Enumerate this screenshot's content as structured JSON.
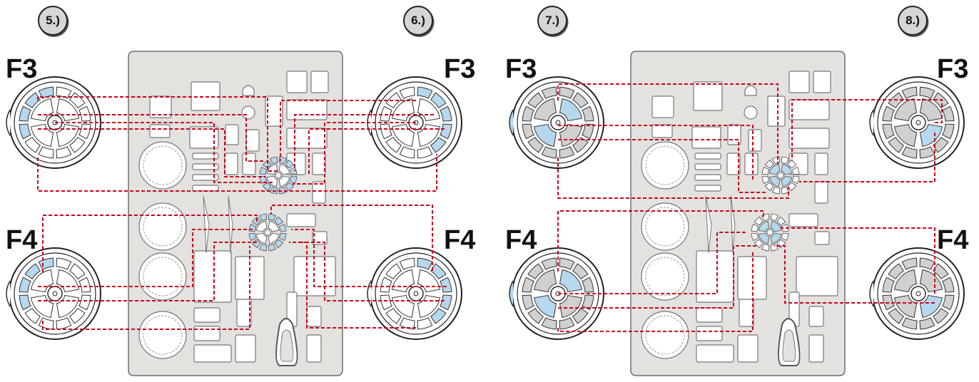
{
  "steps": [
    "5.)",
    "6.)",
    "7.)",
    "8.)"
  ],
  "labels": {
    "f3": "F3",
    "f4": "F4"
  },
  "colors": {
    "sheet": "#e4e2df",
    "sheet_stroke": "#6f6f6f",
    "wheel_hub": "#d0d0d0",
    "highlight": "#b6d7ee",
    "dashed_line": "#d0021b",
    "text": "#111111"
  }
}
